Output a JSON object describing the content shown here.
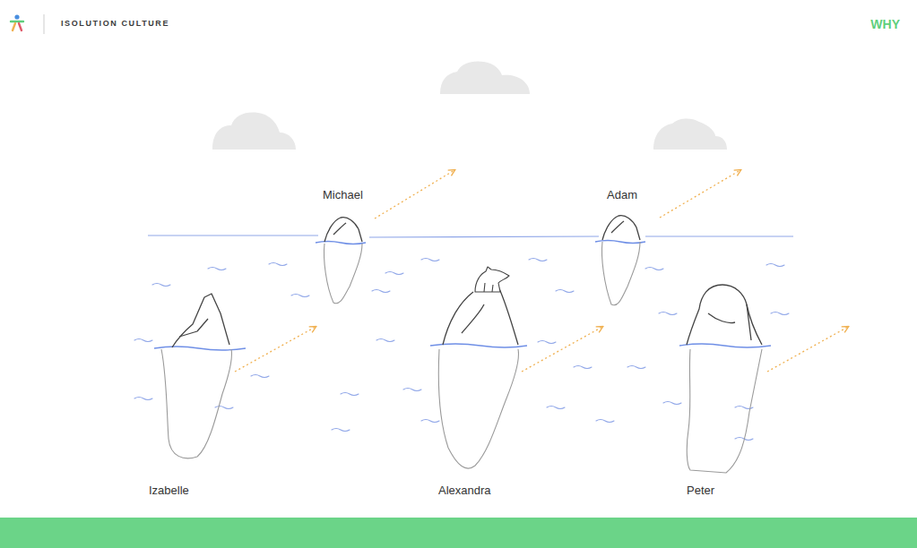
{
  "diagram": {
    "title": "ISOLUTION CULTURE",
    "labels": [
      "WHY",
      "Michael",
      "Adam",
      "Izabelle",
      "Alexandra",
      "Peter"
    ]
  }
}
